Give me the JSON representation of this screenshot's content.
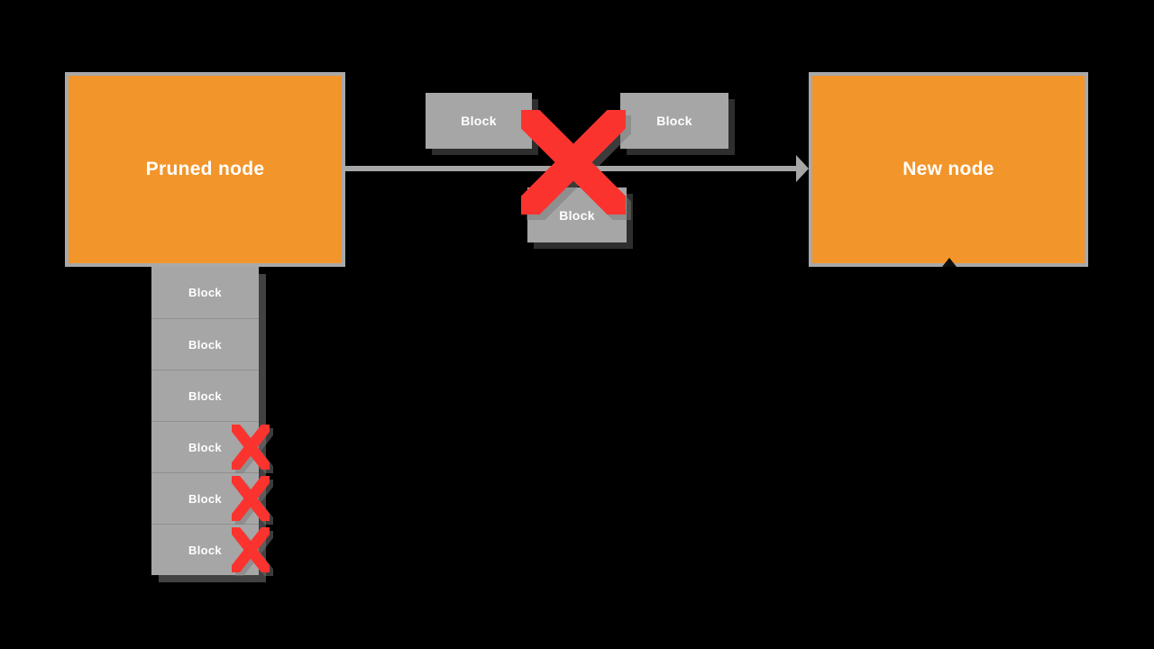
{
  "colors": {
    "background": "#000000",
    "node_fill": "#F2952B",
    "node_border": "#A9A9A9",
    "block_fill": "#A6A6A6",
    "cross_red": "#FB332E",
    "label_text": "#FFFFFF"
  },
  "nodes": {
    "pruned": {
      "label": "Pruned node"
    },
    "new": {
      "label": "New node"
    }
  },
  "sync_blocks": {
    "left": {
      "label": "Block"
    },
    "right": {
      "label": "Block"
    },
    "bottom": {
      "label": "Block"
    }
  },
  "chain_blocks": [
    {
      "label": "Block",
      "pruned": false
    },
    {
      "label": "Block",
      "pruned": false
    },
    {
      "label": "Block",
      "pruned": false
    },
    {
      "label": "Block",
      "pruned": true
    },
    {
      "label": "Block",
      "pruned": true
    },
    {
      "label": "Block",
      "pruned": true
    }
  ]
}
